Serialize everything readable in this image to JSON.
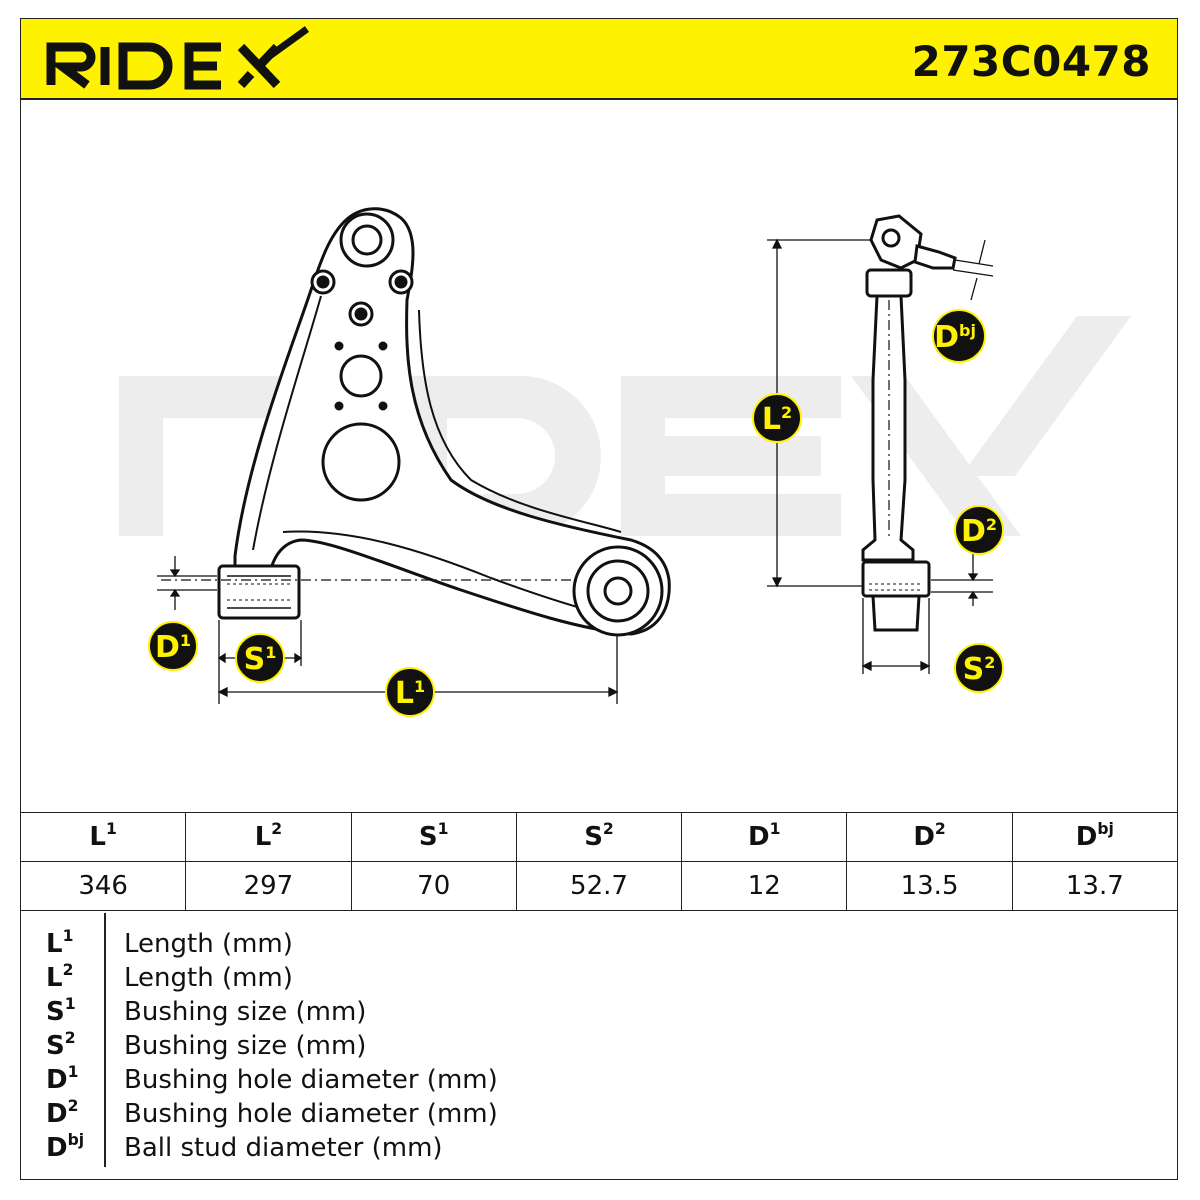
{
  "header": {
    "brand": "RIDEX",
    "part_number": "273C0478"
  },
  "colors": {
    "accent": "#fef200",
    "line": "#111111",
    "watermark": "#ececec"
  },
  "drawing": {
    "watermark": "RIDEX",
    "labels": {
      "L1": {
        "base": "L",
        "sup": "1"
      },
      "L2": {
        "base": "L",
        "sup": "2"
      },
      "S1": {
        "base": "S",
        "sup": "1"
      },
      "S2": {
        "base": "S",
        "sup": "2"
      },
      "D1": {
        "base": "D",
        "sup": "1"
      },
      "D2": {
        "base": "D",
        "sup": "2"
      },
      "Dbj": {
        "base": "D",
        "sup": "bj"
      }
    }
  },
  "table": {
    "columns": [
      {
        "base": "L",
        "sup": "1",
        "value": "346"
      },
      {
        "base": "L",
        "sup": "2",
        "value": "297"
      },
      {
        "base": "S",
        "sup": "1",
        "value": "70"
      },
      {
        "base": "S",
        "sup": "2",
        "value": "52.7"
      },
      {
        "base": "D",
        "sup": "1",
        "value": "12"
      },
      {
        "base": "D",
        "sup": "2",
        "value": "13.5"
      },
      {
        "base": "D",
        "sup": "bj",
        "value": "13.7"
      }
    ]
  },
  "legend": [
    {
      "base": "L",
      "sup": "1",
      "desc": "Length (mm)"
    },
    {
      "base": "L",
      "sup": "2",
      "desc": "Length (mm)"
    },
    {
      "base": "S",
      "sup": "1",
      "desc": "Bushing size (mm)"
    },
    {
      "base": "S",
      "sup": "2",
      "desc": "Bushing size (mm)"
    },
    {
      "base": "D",
      "sup": "1",
      "desc": "Bushing hole diameter (mm)"
    },
    {
      "base": "D",
      "sup": "2",
      "desc": "Bushing hole diameter (mm)"
    },
    {
      "base": "D",
      "sup": "bj",
      "desc": "Ball stud diameter (mm)"
    }
  ]
}
